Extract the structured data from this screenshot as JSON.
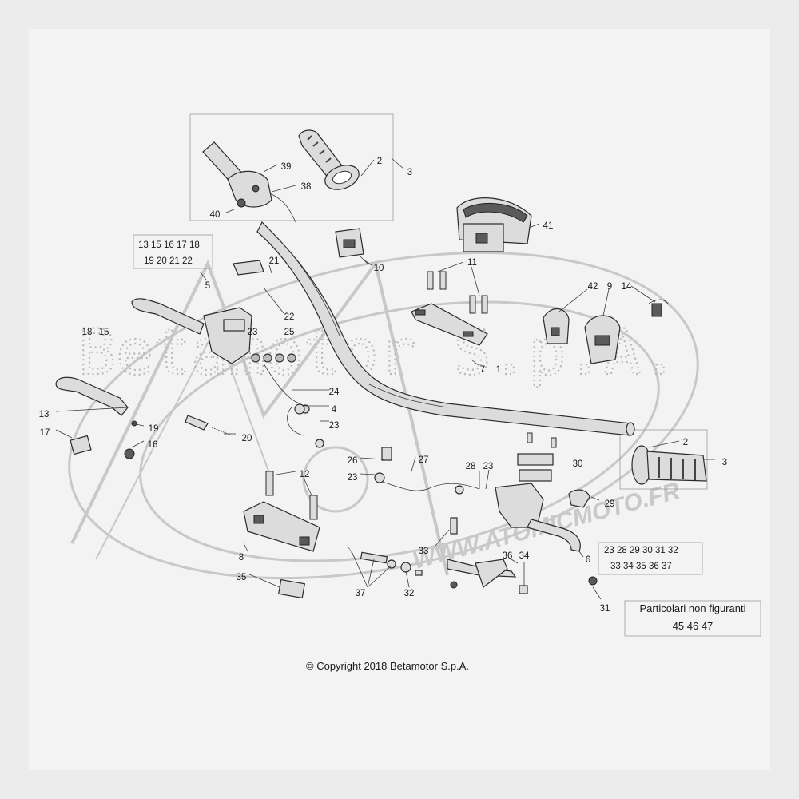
{
  "watermark": {
    "company": "Betamotor S.p.A.",
    "url": "WWW.ATOMICMOTO.FR"
  },
  "callouts": [
    {
      "id": "c-3a",
      "text": "3"
    },
    {
      "id": "c-2a",
      "text": "2"
    },
    {
      "id": "c-39",
      "text": "39"
    },
    {
      "id": "c-38",
      "text": "38"
    },
    {
      "id": "c-40",
      "text": "40"
    },
    {
      "id": "c-41",
      "text": "41"
    },
    {
      "id": "c-10",
      "text": "10"
    },
    {
      "id": "c-11",
      "text": "11"
    },
    {
      "id": "c-21",
      "text": "21"
    },
    {
      "id": "c-5",
      "text": "5"
    },
    {
      "id": "c-22",
      "text": "22"
    },
    {
      "id": "c-42",
      "text": "42"
    },
    {
      "id": "c-9",
      "text": "9"
    },
    {
      "id": "c-14",
      "text": "14"
    },
    {
      "id": "c-18",
      "text": "18"
    },
    {
      "id": "c-15",
      "text": "15"
    },
    {
      "id": "c-23a",
      "text": "23"
    },
    {
      "id": "c-25",
      "text": "25"
    },
    {
      "id": "c-7",
      "text": "7"
    },
    {
      "id": "c-1",
      "text": "1"
    },
    {
      "id": "c-24",
      "text": "24"
    },
    {
      "id": "c-4",
      "text": "4"
    },
    {
      "id": "c-13",
      "text": "13"
    },
    {
      "id": "c-23b",
      "text": "23"
    },
    {
      "id": "c-19",
      "text": "19"
    },
    {
      "id": "c-17",
      "text": "17"
    },
    {
      "id": "c-20",
      "text": "20"
    },
    {
      "id": "c-16",
      "text": "16"
    },
    {
      "id": "c-2b",
      "text": "2"
    },
    {
      "id": "c-3b",
      "text": "3"
    },
    {
      "id": "c-26",
      "text": "26"
    },
    {
      "id": "c-27",
      "text": "27"
    },
    {
      "id": "c-28",
      "text": "28"
    },
    {
      "id": "c-23c",
      "text": "23"
    },
    {
      "id": "c-30",
      "text": "30"
    },
    {
      "id": "c-23d",
      "text": "23"
    },
    {
      "id": "c-12",
      "text": "12"
    },
    {
      "id": "c-29",
      "text": "29"
    },
    {
      "id": "c-33",
      "text": "33"
    },
    {
      "id": "c-8",
      "text": "8"
    },
    {
      "id": "c-36",
      "text": "36"
    },
    {
      "id": "c-34",
      "text": "34"
    },
    {
      "id": "c-6",
      "text": "6"
    },
    {
      "id": "c-35",
      "text": "35"
    },
    {
      "id": "c-37",
      "text": "37"
    },
    {
      "id": "c-32",
      "text": "32"
    },
    {
      "id": "c-31",
      "text": "31"
    }
  ],
  "group_left": {
    "row1": "13 15 16 17 18",
    "row2": "19 20 21 22"
  },
  "group_right": {
    "row1": "23 28 29 30 31 32",
    "row2": "33 34 35 36 37"
  },
  "note": {
    "title": "Particolari non figuranti",
    "numbers": "45 46 47"
  },
  "copyright": "© Copyright 2018 Betamotor S.p.A."
}
